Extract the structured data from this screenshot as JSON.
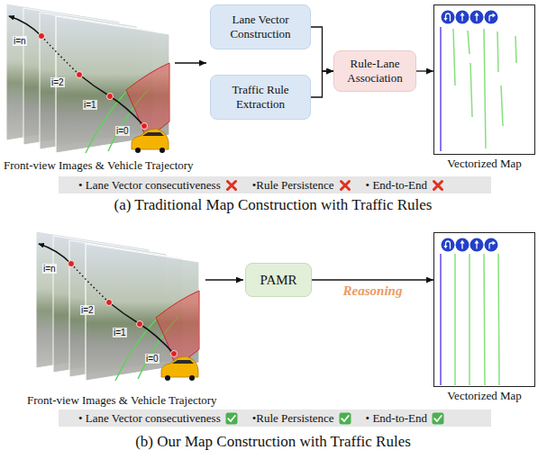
{
  "diagram": {
    "nodes": [
      {
        "text": [
          "Lane Vector Construction"
        ]
      },
      {
        "text": [
          "Traffic Rule Extraction"
        ]
      },
      {
        "text": [
          "Rule-Lane Association"
        ]
      },
      {
        "text": [
          "Vectorized Map"
        ]
      },
      {
        "text": [
          "PAMR"
        ]
      },
      {
        "text": [
          "Vectorized Map"
        ]
      }
    ],
    "edges": [
      {
        "from": 0,
        "to": 2,
        "arrow": "to"
      },
      {
        "from": 1,
        "to": 2,
        "arrow": "to"
      },
      {
        "from": 2,
        "to": 3,
        "arrow": "to"
      },
      {
        "from": 4,
        "to": 5,
        "label": "Reasoning",
        "arrow": "to"
      }
    ],
    "labels": [
      "i=n",
      "i=2",
      "i=1",
      "i=0",
      "Front-view Images & Vehicle Trajectory",
      "• Lane Vector consecutiveness",
      "•Rule Persistence",
      "• End-to-End",
      "(a) Traditional Map Construction with Traffic Rules",
      "i=n",
      "i=2",
      "i=1",
      "i=0",
      "Front-view Images & Vehicle Trajectory",
      "• Lane Vector consecutiveness",
      "•Rule Persistence",
      "• End-to-End",
      "(b) Our Map Construction with Traffic Rules"
    ]
  }
}
